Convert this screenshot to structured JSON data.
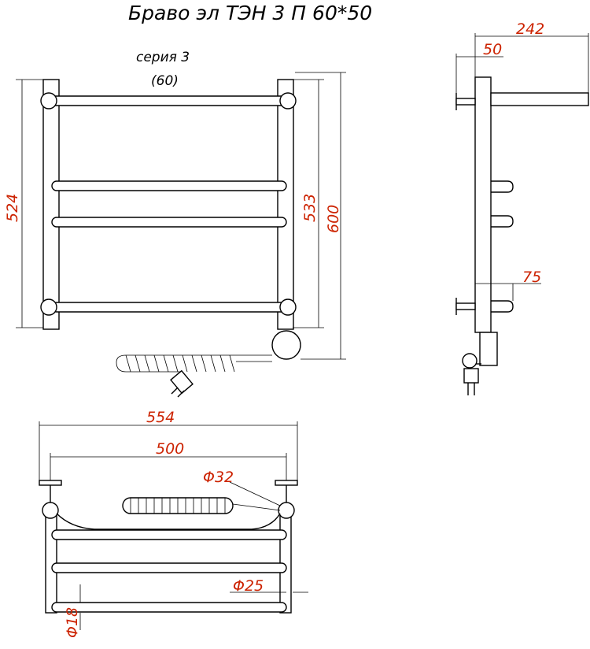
{
  "title": "Браво эл ТЭН 3 П 60*50",
  "series_label": "серия 3",
  "series_code": "(60)",
  "dimensions": {
    "front_left_height": "524",
    "front_right_inner_height": "533",
    "front_total_height": "600",
    "side_total_depth": "242",
    "side_wall_offset": "50",
    "side_bottom_offset": "75",
    "top_total_width": "554",
    "top_axis_width": "500",
    "pipe_diameter_32": "Φ32",
    "pipe_diameter_25": "Φ25",
    "pipe_diameter_18": "Φ18"
  },
  "colors": {
    "dimension_text": "#cc2200",
    "line": "#000000"
  }
}
